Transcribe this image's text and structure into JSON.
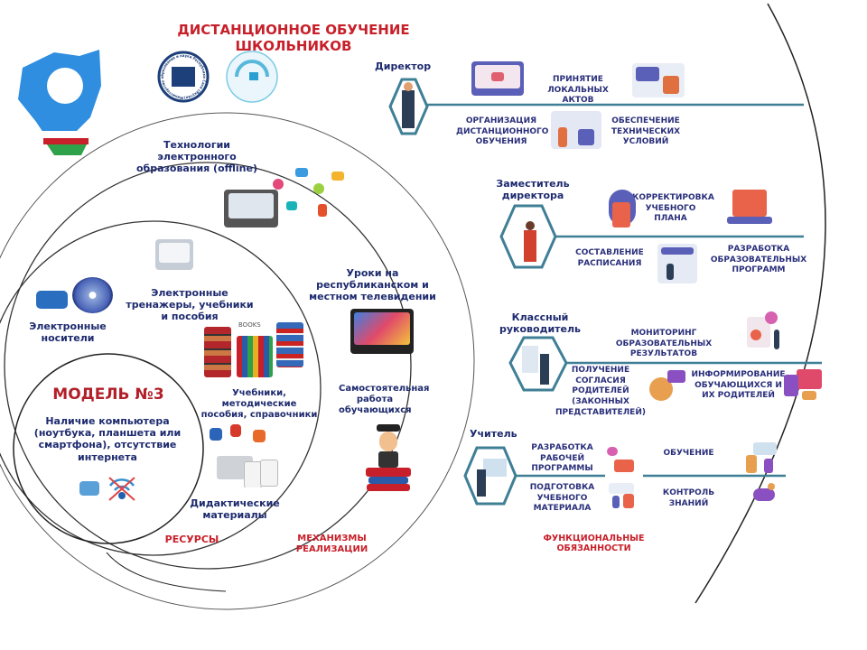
{
  "title": "ДИСТАНЦИОННОЕ ОБУЧЕНИЕ ШКОЛЬНИКОВ",
  "colors": {
    "accent_red": "#c8202a",
    "text_navy": "#1d2a6e",
    "teal_line": "#3f7f96",
    "map_blue": "#2f8ee0"
  },
  "logos": {
    "ministry_text": "Министерство образования и науки Республики Саха (Якутия)"
  },
  "left": {
    "tech_offline": "Технологии электронного образования (offline)",
    "e_trainers": "Электронные тренажеры, учебники и пособия",
    "e_media": "Электронные носители",
    "tv_lessons": "Уроки на республиканском и местном телевидении",
    "textbooks": "Учебники, методические пособия, справочники",
    "self_work": "Самостоятельная работа обучающихся",
    "didactic": "Дидактические материалы",
    "books_label": "BOOKS",
    "model_title": "МОДЕЛЬ №3",
    "model_desc": "Наличие компьютера (ноутбука, планшета или смартфона), отсутствие интернета",
    "resources": "РЕСУРСЫ",
    "mechanisms": "МЕХАНИЗМЫ РЕАЛИЗАЦИИ"
  },
  "roles": [
    {
      "name": "Директор",
      "top": [
        "ПРИНЯТИЕ ЛОКАЛЬНЫХ АКТОВ"
      ],
      "bottom": [
        "ОРГАНИЗАЦИЯ ДИСТАНЦИОННОГО ОБУЧЕНИЯ",
        "ОБЕСПЕЧЕНИЕ ТЕХНИЧЕСКИХ УСЛОВИЙ"
      ]
    },
    {
      "name": "Заместитель директора",
      "top": [
        "КОРРЕКТИРОВКА УЧЕБНОГО ПЛАНА"
      ],
      "bottom": [
        "СОСТАВЛЕНИЕ РАСПИСАНИЯ",
        "РАЗРАБОТКА ОБРАЗОВАТЕЛЬНЫХ ПРОГРАММ"
      ]
    },
    {
      "name": "Классный руководитель",
      "top": [
        "МОНИТОРИНГ ОБРАЗОВАТЕЛЬНЫХ РЕЗУЛЬТАТОВ"
      ],
      "bottom": [
        "ПОЛУЧЕНИЕ СОГЛАСИЯ РОДИТЕЛЕЙ (ЗАКОННЫХ ПРЕДСТАВИТЕЛЕЙ)",
        "ИНФОРМИРОВАНИЕ ОБУЧАЮЩИХСЯ И ИХ РОДИТЕЛЕЙ"
      ]
    },
    {
      "name": "Учитель",
      "top": [
        "РАЗРАБОТКА РАБОЧЕЙ ПРОГРАММЫ",
        "ОБУЧЕНИЕ"
      ],
      "bottom": [
        "ПОДГОТОВКА УЧЕБНОГО МАТЕРИАЛА",
        "КОНТРОЛЬ ЗНАНИЙ"
      ]
    }
  ],
  "functional_duties": "ФУНКЦИОНАЛЬНЫЕ ОБЯЗАННОСТИ"
}
